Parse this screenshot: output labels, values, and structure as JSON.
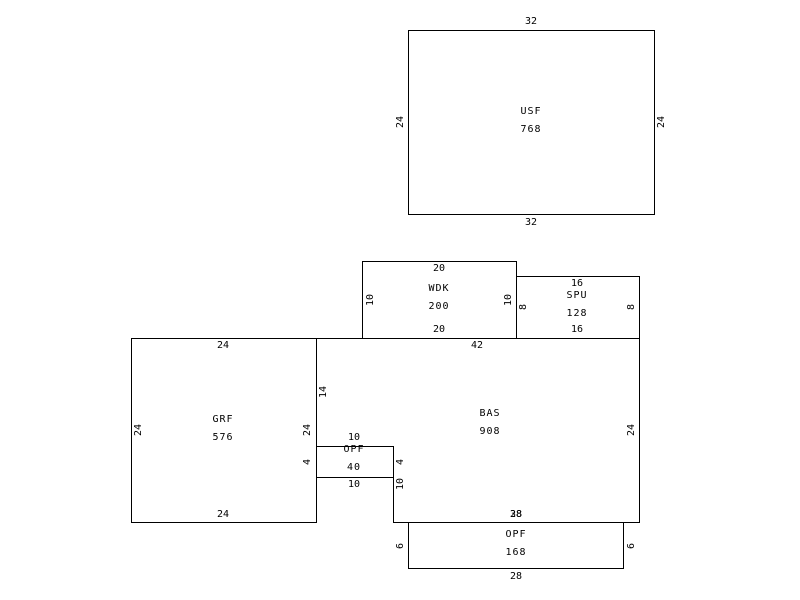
{
  "areas": {
    "usf": {
      "code": "USF",
      "sqft": "768"
    },
    "wdk": {
      "code": "WDK",
      "sqft": "200"
    },
    "spu": {
      "code": "SPU",
      "sqft": "128"
    },
    "grf": {
      "code": "GRF",
      "sqft": "576"
    },
    "bas": {
      "code": "BAS",
      "sqft": "908"
    },
    "opf_small": {
      "code": "OPF",
      "sqft": "40"
    },
    "opf_large": {
      "code": "OPF",
      "sqft": "168"
    }
  },
  "dims": {
    "usf_top": "32",
    "usf_bottom": "32",
    "usf_left": "24",
    "usf_right": "24",
    "wdk_top": "20",
    "wdk_bottom": "20",
    "wdk_left": "10",
    "wdk_right": "10",
    "spu_top": "16",
    "spu_bottom": "16",
    "spu_left": "8",
    "spu_right": "8",
    "grf_top": "24",
    "grf_bottom": "24",
    "grf_left": "24",
    "grf_right": "24",
    "bas_top": "42",
    "bas_upper_left": "14",
    "bas_right": "24",
    "bas_bottom_a": "38",
    "bas_bottom_b": "28",
    "bas_inner_left": "10",
    "opf_small_top": "10",
    "opf_small_bottom": "10",
    "opf_small_left": "4",
    "opf_small_right": "4",
    "opf_large_bottom": "28",
    "opf_large_left": "6",
    "opf_large_right": "6"
  }
}
